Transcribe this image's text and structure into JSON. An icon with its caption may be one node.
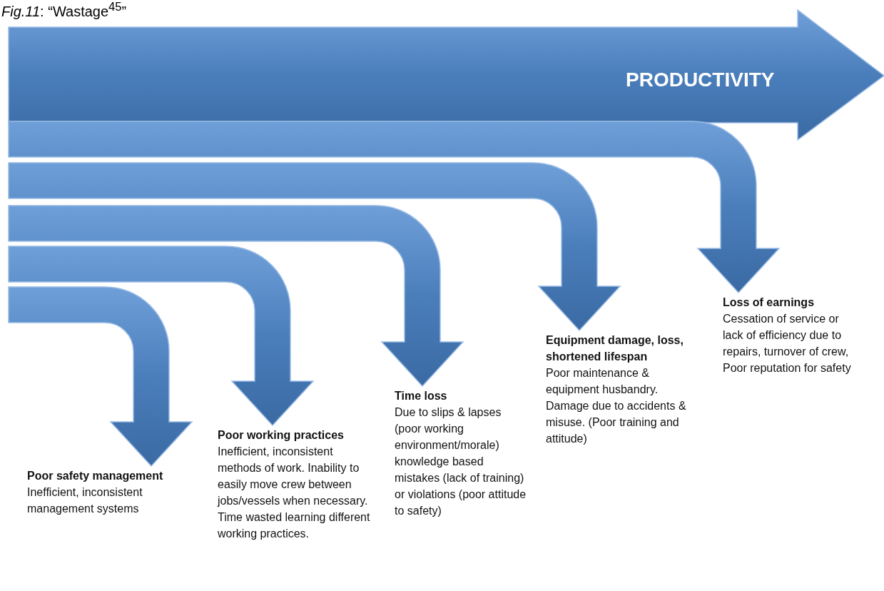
{
  "diagram": {
    "title": "*Fig.11*: “Wastage$^{45}$”",
    "nodes": [
      {
        "text": [
          "PRODUCTIVITY"
        ]
      },
      {
        "text": [
          "Poor safety management",
          "Inefficient, inconsistent management systems"
        ]
      },
      {
        "text": [
          "Poor working practices",
          "Inefficient, inconsistent methods of work. Inability to easily move crew between jobs/vessels when necessary. Time wasted learning different working practices."
        ]
      },
      {
        "text": [
          "Time loss",
          "Due to slips & lapses (poor working environment/morale) knowledge based mistakes (lack of training) or violations (poor attitude to safety)"
        ]
      },
      {
        "text": [
          "Equipment damage, loss, shortened lifespan",
          "Poor maintenance & equipment husbandry. Damage due to accidents & misuse. (Poor training and attitude)"
        ]
      },
      {
        "text": [
          "Loss of earnings",
          "Cessation of service or lack of efficiency due to repairs, turnover of crew, Poor reputation for safety"
        ]
      }
    ],
    "edges": [
      {
        "from": null,
        "to": 1,
        "arrow": "to"
      },
      {
        "from": null,
        "to": 2,
        "arrow": "to"
      },
      {
        "from": null,
        "to": 3,
        "arrow": "to"
      },
      {
        "from": null,
        "to": 4,
        "arrow": "to"
      },
      {
        "from": null,
        "to": 5,
        "arrow": "to"
      }
    ]
  }
}
